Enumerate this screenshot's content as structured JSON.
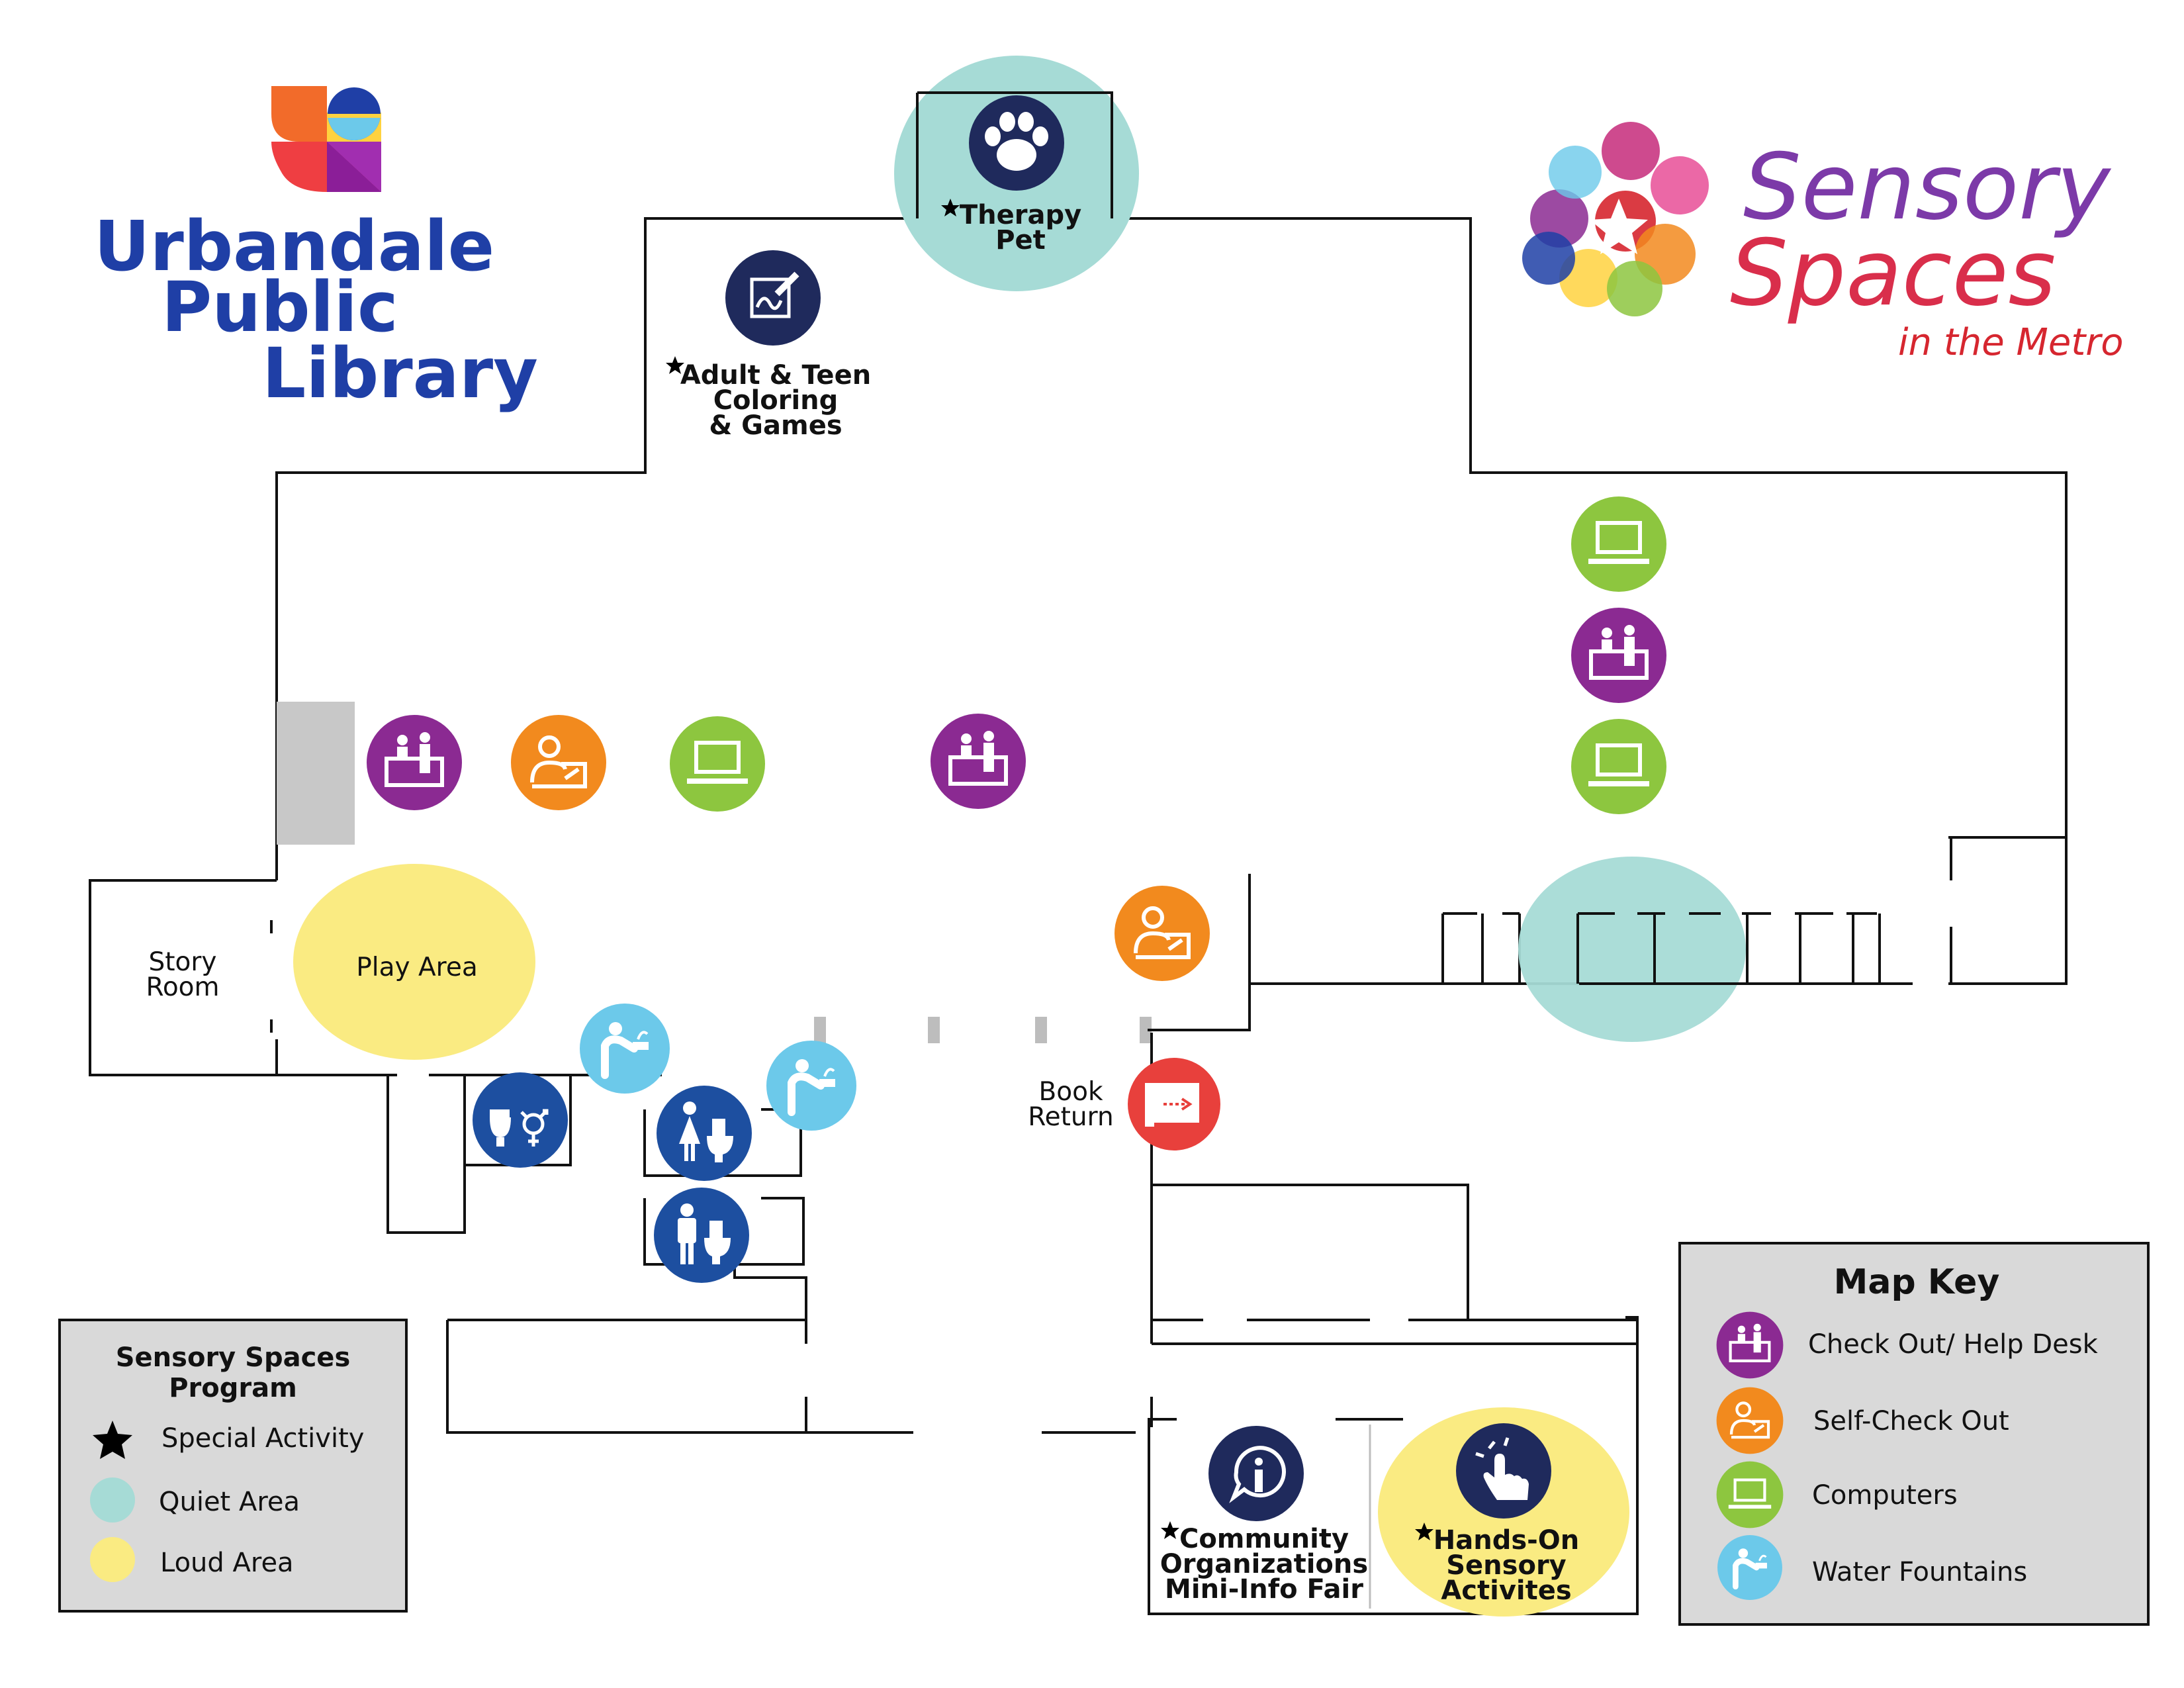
{
  "logo_left": {
    "line1": "Urbandale",
    "line2": "Public",
    "line3": "Library",
    "color": "#1F3FA6"
  },
  "logo_right": {
    "line1": "Sensory",
    "line2": "Spaces",
    "line3": "in the Metro"
  },
  "areas": {
    "therapy_pet": "Therapy",
    "therapy_pet2": "Pet",
    "adult_teen1": "Adult & Teen",
    "adult_teen2": "Coloring",
    "adult_teen3": "& Games",
    "story_room1": "Story",
    "story_room2": "Room",
    "play_area": "Play Area",
    "book_return1": "Book",
    "book_return2": "Return",
    "community1": "Community",
    "community2": "Organizations",
    "community3": "Mini-Info Fair",
    "hands_on1": "Hands-On",
    "hands_on2": "Sensory",
    "hands_on3": "Activites"
  },
  "program_legend": {
    "title1": "Sensory Spaces",
    "title2": "Program",
    "special": "Special Activity",
    "quiet": "Quiet Area",
    "loud": "Loud Area"
  },
  "map_key": {
    "title": "Map Key",
    "checkout": "Check Out/ Help Desk",
    "self_checkout": "Self-Check Out",
    "computers": "Computers",
    "fountains": "Water Fountains"
  },
  "colors": {
    "quiet": "#A6DBD6",
    "loud": "#FAEB82",
    "checkout": "#8B2A92",
    "self_checkout": "#F28A1E",
    "computers": "#8DC63F",
    "fountains": "#6CC9EA",
    "restroom": "#1D4FA0",
    "navy": "#1F2A5C",
    "book_return": "#E8403C",
    "key_bg": "#D9D9D9"
  },
  "icons": [
    "paw-icon",
    "coloring-icon",
    "check-out-desk-icon",
    "self-check-out-icon",
    "computer-icon",
    "water-fountain-icon",
    "all-gender-restroom-icon",
    "womens-restroom-icon",
    "mens-restroom-icon",
    "book-return-icon",
    "info-icon",
    "touch-hand-icon",
    "star-icon"
  ]
}
